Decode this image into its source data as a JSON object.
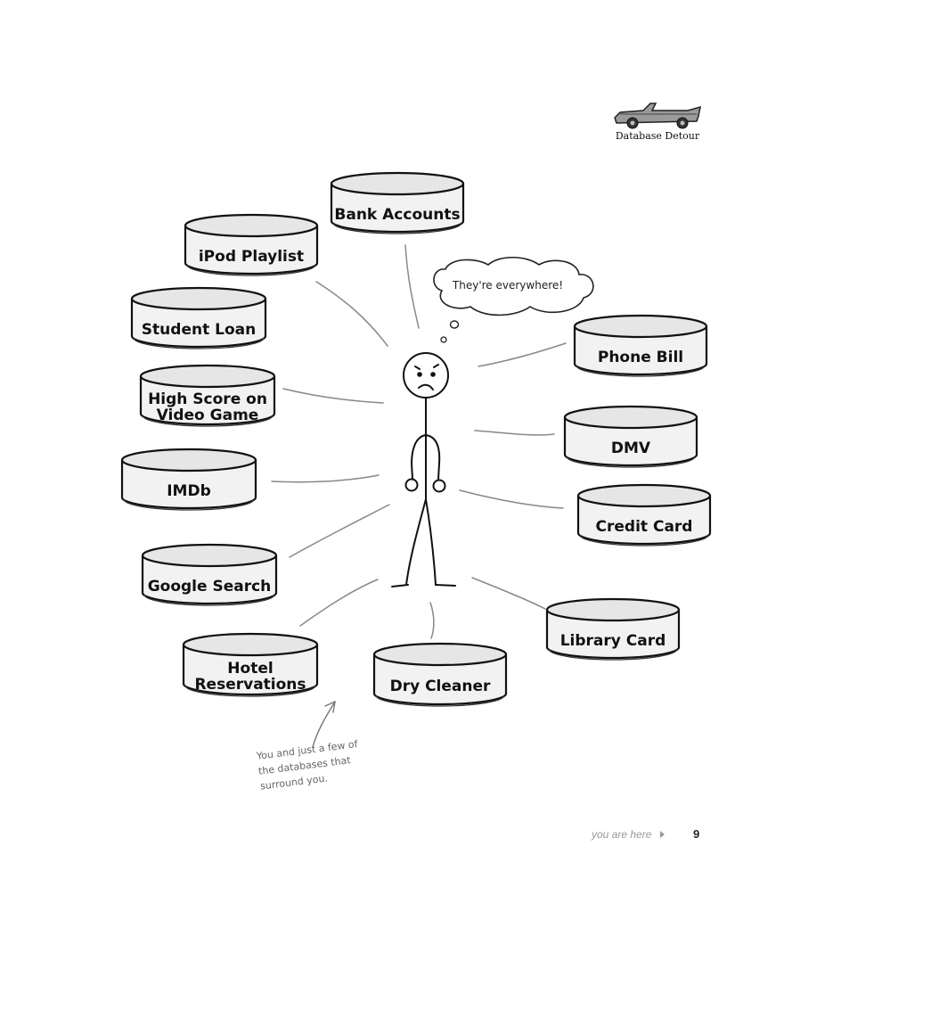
{
  "header": {
    "section_caption": "Database Detour",
    "section_icon": "convertible-car-icon"
  },
  "thought_bubble": "They're everywhere!",
  "databases": [
    {
      "key": "bank-accounts",
      "lines": [
        "Bank Accounts"
      ]
    },
    {
      "key": "ipod-playlist",
      "lines": [
        "iPod Playlist"
      ]
    },
    {
      "key": "student-loan",
      "lines": [
        "Student Loan"
      ]
    },
    {
      "key": "high-score",
      "lines": [
        "High Score on",
        "Video Game"
      ]
    },
    {
      "key": "imdb",
      "lines": [
        "IMDb"
      ]
    },
    {
      "key": "google-search",
      "lines": [
        "Google Search"
      ]
    },
    {
      "key": "hotel-reservations",
      "lines": [
        "Hotel",
        "Reservations"
      ]
    },
    {
      "key": "dry-cleaner",
      "lines": [
        "Dry Cleaner"
      ]
    },
    {
      "key": "library-card",
      "lines": [
        "Library Card"
      ]
    },
    {
      "key": "credit-card",
      "lines": [
        "Credit Card"
      ]
    },
    {
      "key": "dmv",
      "lines": [
        "DMV"
      ]
    },
    {
      "key": "phone-bill",
      "lines": [
        "Phone Bill"
      ]
    }
  ],
  "annotation": {
    "lines": [
      "You and just a few of",
      "the databases that",
      "surround you."
    ]
  },
  "footer": {
    "you_are_here": "you are here",
    "page_number": "9"
  }
}
